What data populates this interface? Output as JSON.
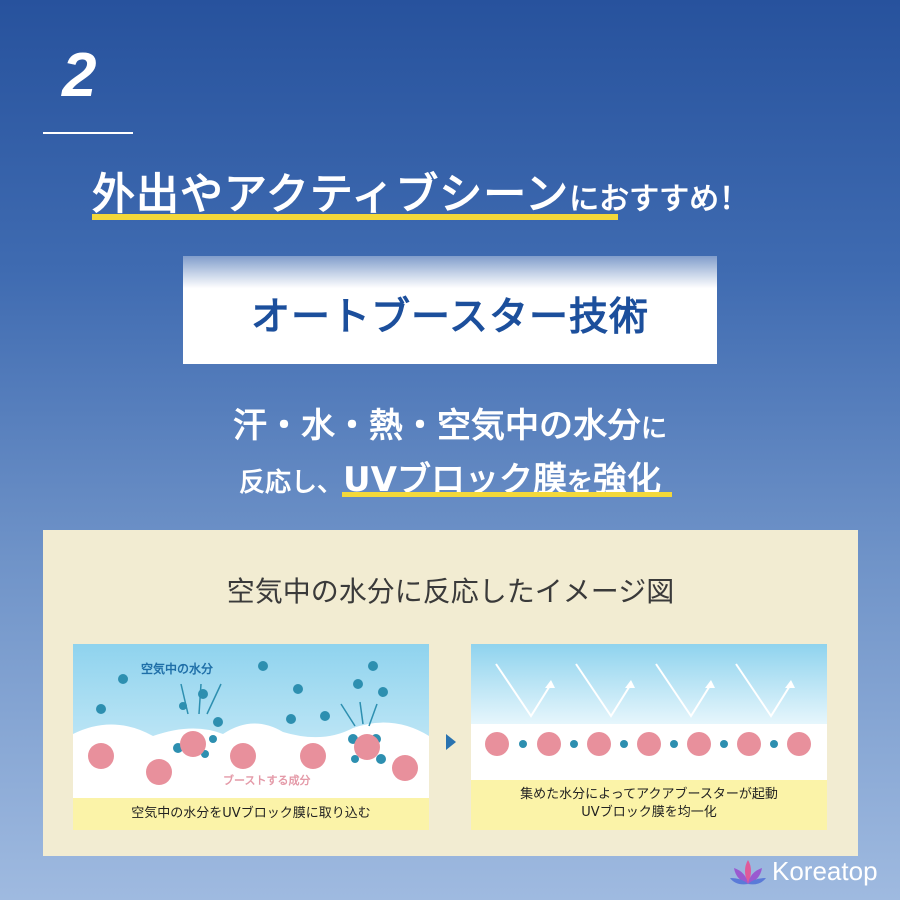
{
  "step_number": "2",
  "headline": {
    "main": "外出やアクティブシーン",
    "suffix": "におすすめ！"
  },
  "tech_name": "オートブースター技術",
  "subline1": {
    "main": "汗・水・熱・空気中の水分",
    "tail": "に"
  },
  "subline2": {
    "part1": "反応し、",
    "part2": "UVブロック膜",
    "part3": "を",
    "part4": "強化"
  },
  "panel": {
    "title": "空気中の水分に反応したイメージ図",
    "diagram1": {
      "label_moisture": "空気中の水分",
      "label_boost": "ブーストする成分",
      "caption": "空気中の水分をUVブロック膜に取り込む"
    },
    "diagram2": {
      "caption_line1": "集めた水分によってアクアブースターが起動",
      "caption_line2": "UVブロック膜を均一化"
    }
  },
  "brand": {
    "name": "Koreatop"
  },
  "colors": {
    "accent_yellow": "#f3d83a",
    "title_blue": "#1c4f9c",
    "pink": "#e8909c",
    "teal": "#2d8fb0"
  }
}
